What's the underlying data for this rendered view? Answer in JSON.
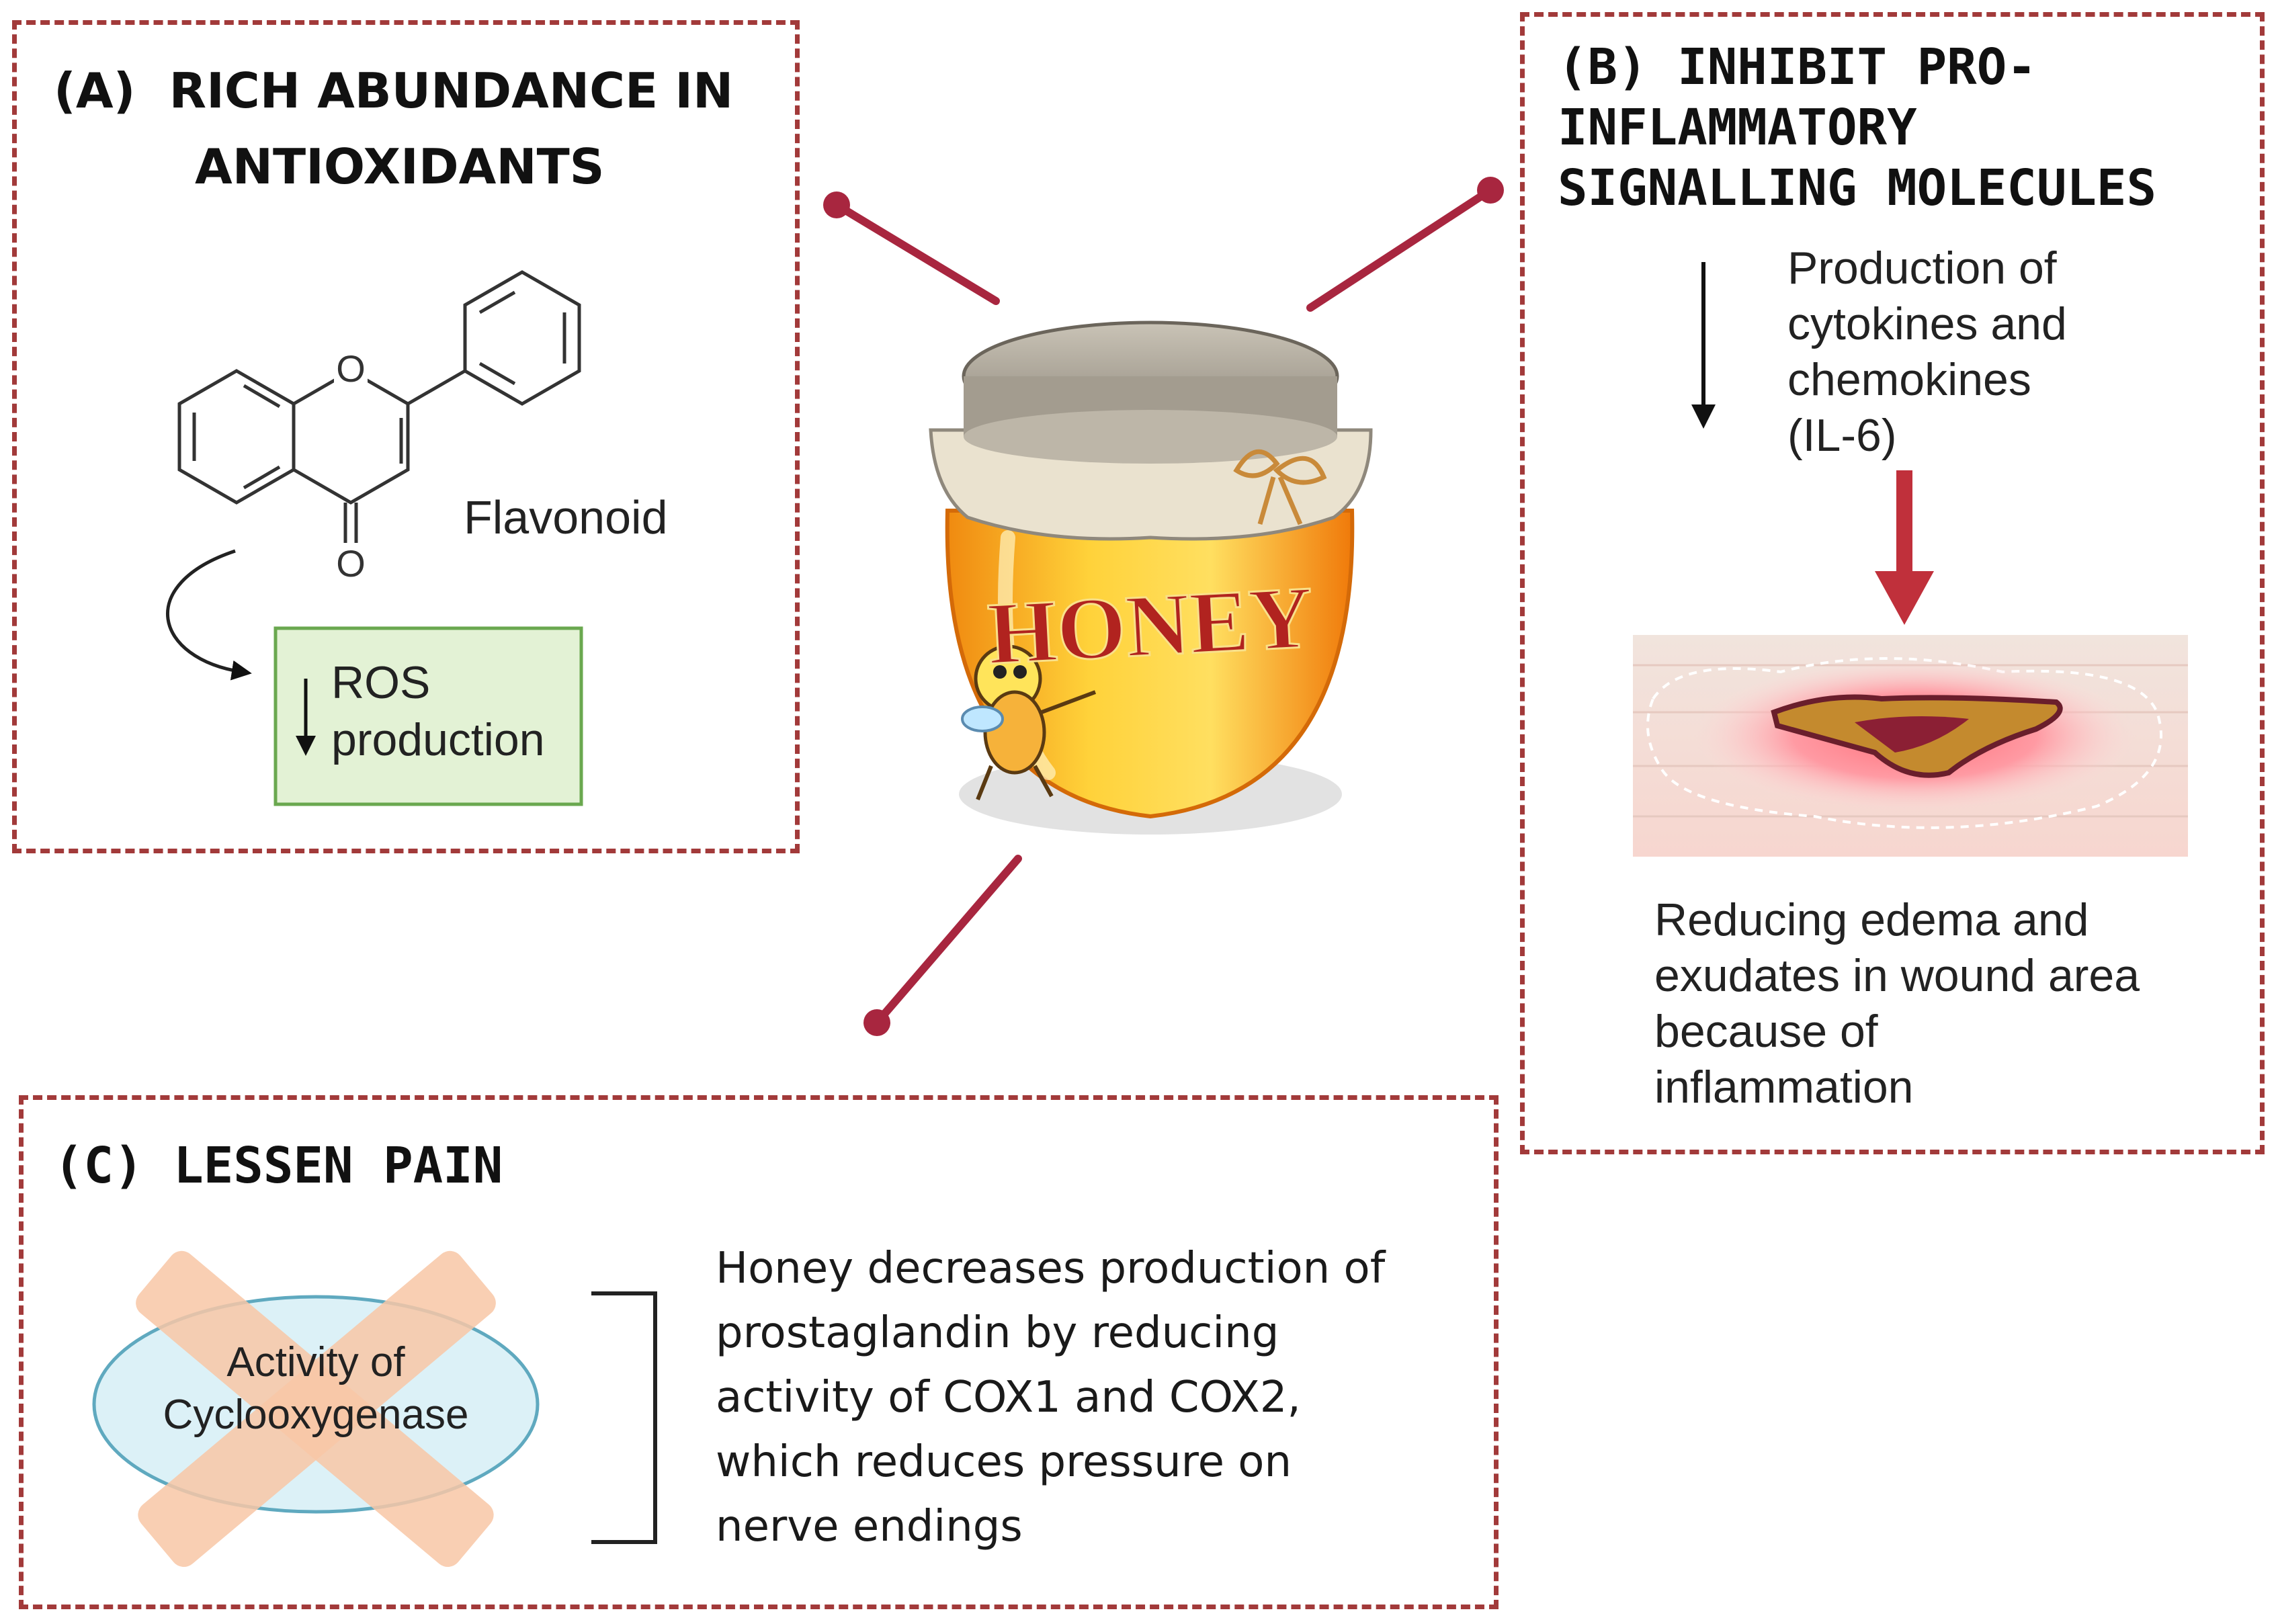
{
  "panel_a": {
    "heading_line1": "(A)  RICH ABUNDANCE IN",
    "heading_line2": "ANTIOXIDANTS",
    "molecule_label": "Flavonoid",
    "oxygen_ring": "O",
    "oxygen_carbonyl": "O",
    "ros_line1": "ROS",
    "ros_line2": "production"
  },
  "center": {
    "jar_label": "HONEY"
  },
  "panel_b": {
    "heading_line1": "(B) INHIBIT PRO-",
    "heading_line2": "INFLAMMATORY",
    "heading_line3": "SIGNALLING MOLECULES",
    "production_lines": [
      "Production of",
      "cytokines and",
      "chemokines",
      "(IL-6)"
    ],
    "result_lines": [
      "Reducing edema and",
      "exudates in wound area",
      "because of",
      "inflammation"
    ]
  },
  "panel_c": {
    "heading": "(C) LESSEN PAIN",
    "enzyme_line1": "Activity of",
    "enzyme_line2": "Cyclooxygenase",
    "description_lines": [
      "Honey decreases production of",
      "prostaglandin by reducing",
      "activity of COX1 and COX2,",
      "which reduces pressure on",
      "nerve endings"
    ]
  },
  "colors": {
    "dashed_border": "#a23a3a",
    "connector": "#a8263f",
    "ros_box_fill": "#e3f2d5",
    "ros_box_border": "#6aa84f",
    "ellipse_fill": "#dcf1f7",
    "cross_fill": "#f8c7a6",
    "red_arrow": "#c0303b"
  }
}
